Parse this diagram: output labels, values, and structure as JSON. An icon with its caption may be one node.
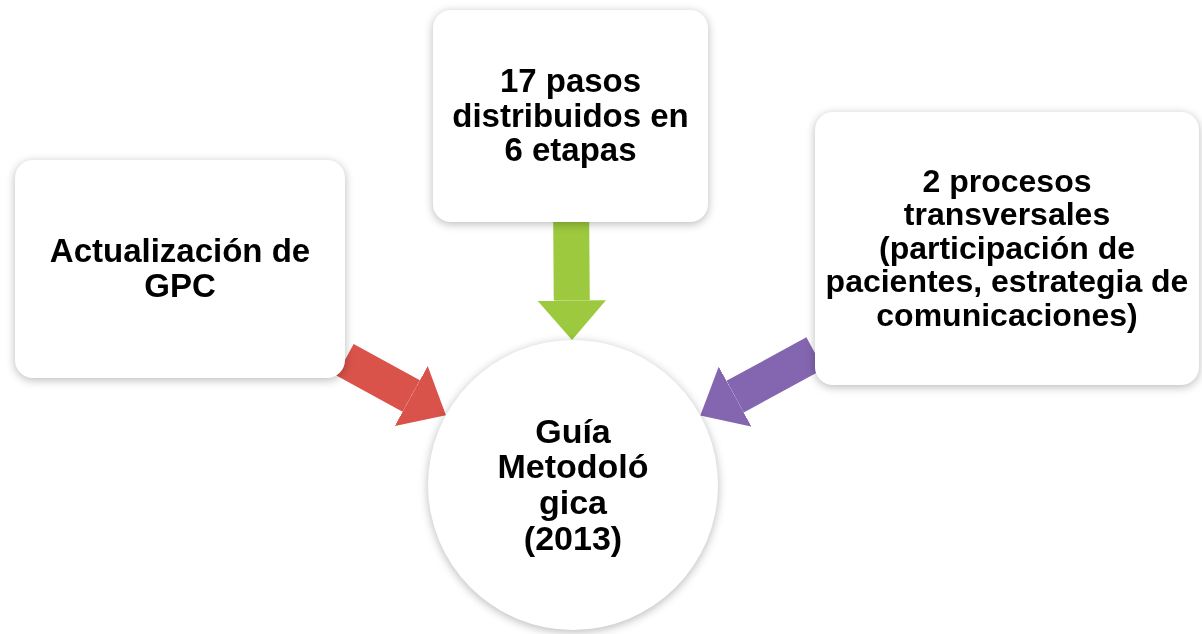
{
  "diagram": {
    "nodes": [
      {
        "text": [
          "Actualización de GPC"
        ]
      },
      {
        "text": [
          "17 pasos distribuidos en 6 etapas"
        ]
      },
      {
        "text": [
          "2 procesos transversales (participación de pacientes, estrategia de comunicaciones)"
        ]
      },
      {
        "text": [
          "Guía Metodológica (2013)"
        ]
      }
    ],
    "edges": [
      {
        "from": 0,
        "to": 3,
        "arrow": "to",
        "color": "#d9534b"
      },
      {
        "from": 1,
        "to": 3,
        "arrow": "to",
        "color": "#9cc93e"
      },
      {
        "from": 2,
        "to": 3,
        "arrow": "to",
        "color": "#8466b0"
      }
    ]
  }
}
